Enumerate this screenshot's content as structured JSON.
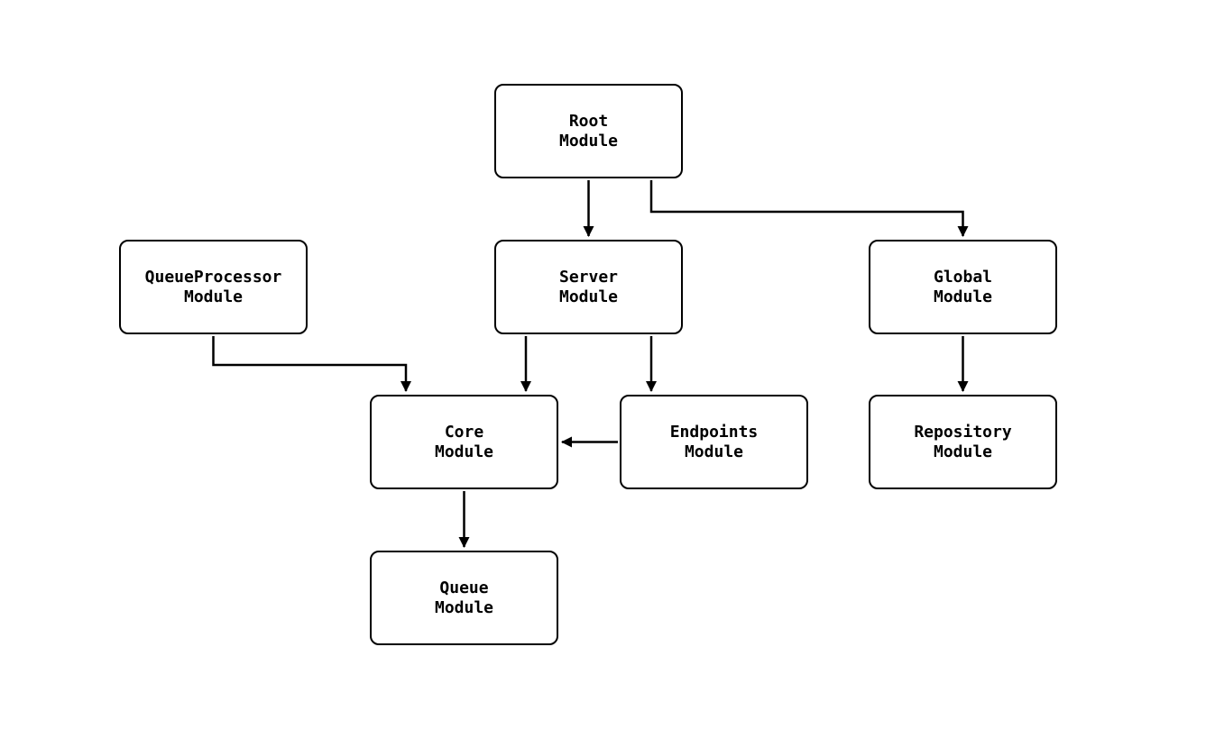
{
  "diagram": {
    "type": "module-dependency-graph",
    "background_color": "#ffffff",
    "stroke_color": "#000000",
    "nodes": {
      "root": {
        "label": "Root\nModule"
      },
      "server": {
        "label": "Server\nModule"
      },
      "queue_processor": {
        "label": "QueueProcessor\nModule"
      },
      "global": {
        "label": "Global\nModule"
      },
      "core": {
        "label": "Core\nModule"
      },
      "endpoints": {
        "label": "Endpoints\nModule"
      },
      "repository": {
        "label": "Repository\nModule"
      },
      "queue": {
        "label": "Queue\nModule"
      }
    },
    "edges": [
      {
        "from": "root",
        "to": "server"
      },
      {
        "from": "root",
        "to": "global"
      },
      {
        "from": "queue_processor",
        "to": "core"
      },
      {
        "from": "server",
        "to": "core"
      },
      {
        "from": "server",
        "to": "endpoints"
      },
      {
        "from": "endpoints",
        "to": "core"
      },
      {
        "from": "global",
        "to": "repository"
      },
      {
        "from": "core",
        "to": "queue"
      }
    ]
  }
}
